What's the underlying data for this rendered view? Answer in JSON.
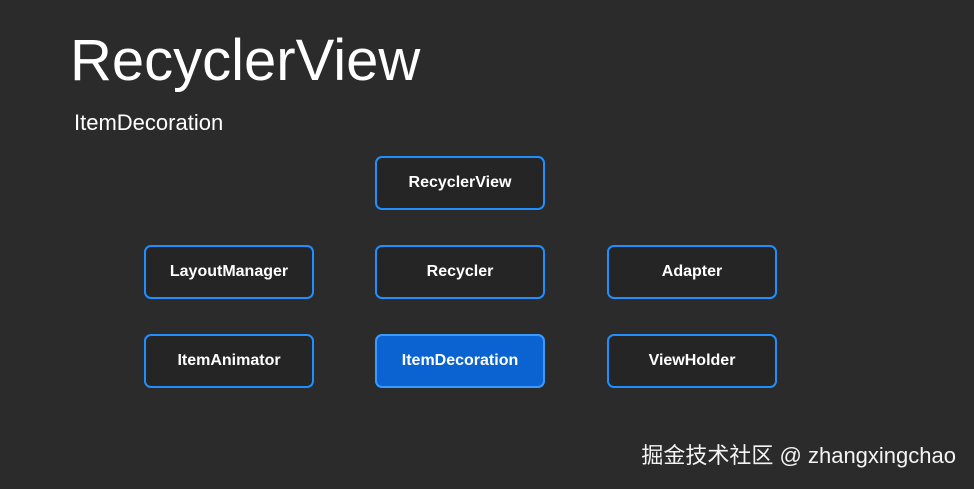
{
  "slide": {
    "title": "RecyclerView",
    "subtitle": "ItemDecoration"
  },
  "nodes": [
    {
      "id": "recyclerview",
      "label": "RecyclerView",
      "active": false
    },
    {
      "id": "layoutmanager",
      "label": "LayoutManager",
      "active": false
    },
    {
      "id": "recycler",
      "label": "Recycler",
      "active": false
    },
    {
      "id": "adapter",
      "label": "Adapter",
      "active": false
    },
    {
      "id": "itemanimator",
      "label": "ItemAnimator",
      "active": false
    },
    {
      "id": "itemdecoration",
      "label": "ItemDecoration",
      "active": true
    },
    {
      "id": "viewholder",
      "label": "ViewHolder",
      "active": false
    }
  ],
  "watermark": "掘金技术社区 @ zhangxingchao",
  "colors": {
    "background": "#2b2b2b",
    "node_border": "#1f8fff",
    "node_active_fill": "#0a63d1"
  }
}
